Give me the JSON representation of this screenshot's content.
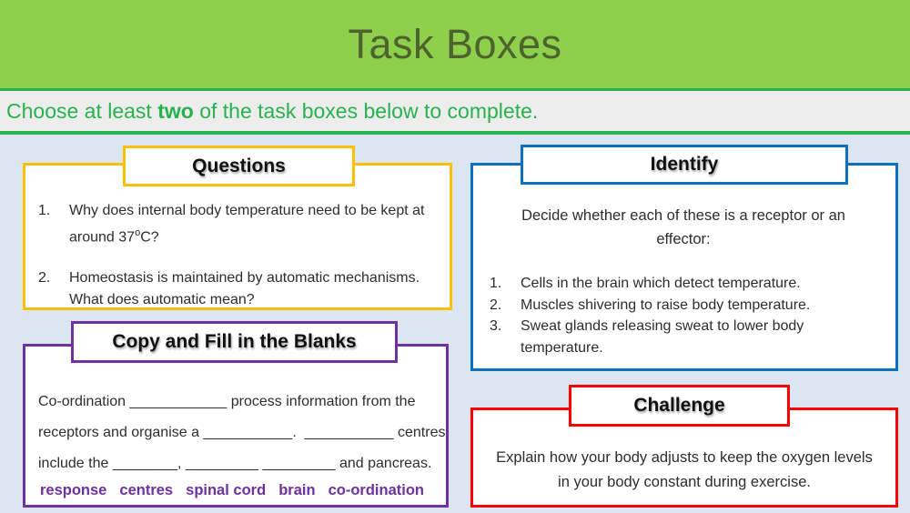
{
  "slide": {
    "title": "Task Boxes"
  },
  "instruction": {
    "prefix": "Choose at least ",
    "bold_word": "two",
    "suffix": " of the task boxes below to complete."
  },
  "boxes": {
    "questions": {
      "title": "Questions",
      "items": [
        {
          "num": "1.",
          "before_sup": "Why does internal body temperature need to be kept at around 37",
          "sup": "o",
          "after_sup": "C?"
        },
        {
          "num": "2.",
          "text": "Homeostasis is maintained by automatic mechanisms. What does automatic mean?"
        }
      ]
    },
    "identify": {
      "title": "Identify",
      "intro": "Decide whether each of these is a receptor or an effector:",
      "items": [
        {
          "num": "1.",
          "text": "Cells in the brain which detect temperature."
        },
        {
          "num": "2.",
          "text": "Muscles shivering to raise body temperature."
        },
        {
          "num": "3.",
          "text": "Sweat glands releasing sweat to lower body temperature."
        }
      ]
    },
    "copy_fill": {
      "title": "Copy and Fill in the Blanks",
      "lines": [
        "Co-ordination ____________ process information from the",
        "receptors and organise a ___________.  ___________ centres",
        "include the ________, _________ _________ and pancreas."
      ],
      "word_bank": [
        "response",
        "centres",
        "spinal cord",
        "brain",
        "co-ordination"
      ]
    },
    "challenge": {
      "title": "Challenge",
      "text": "Explain how your body adjusts to keep the oxygen levels in your body constant during exercise."
    }
  },
  "colors": {
    "header_bg": "#8ed04b",
    "header_title_text": "#4d632e",
    "instruction_text": "#28b24e",
    "instruction_bg": "#ededed",
    "page_bg": "#dce6f2",
    "questions_border": "#fdbf03",
    "identify_border": "#0b70c0",
    "copy_fill_border": "#7030a0",
    "challenge_border": "#fe0000",
    "word_bank_text": "#7030a0"
  }
}
